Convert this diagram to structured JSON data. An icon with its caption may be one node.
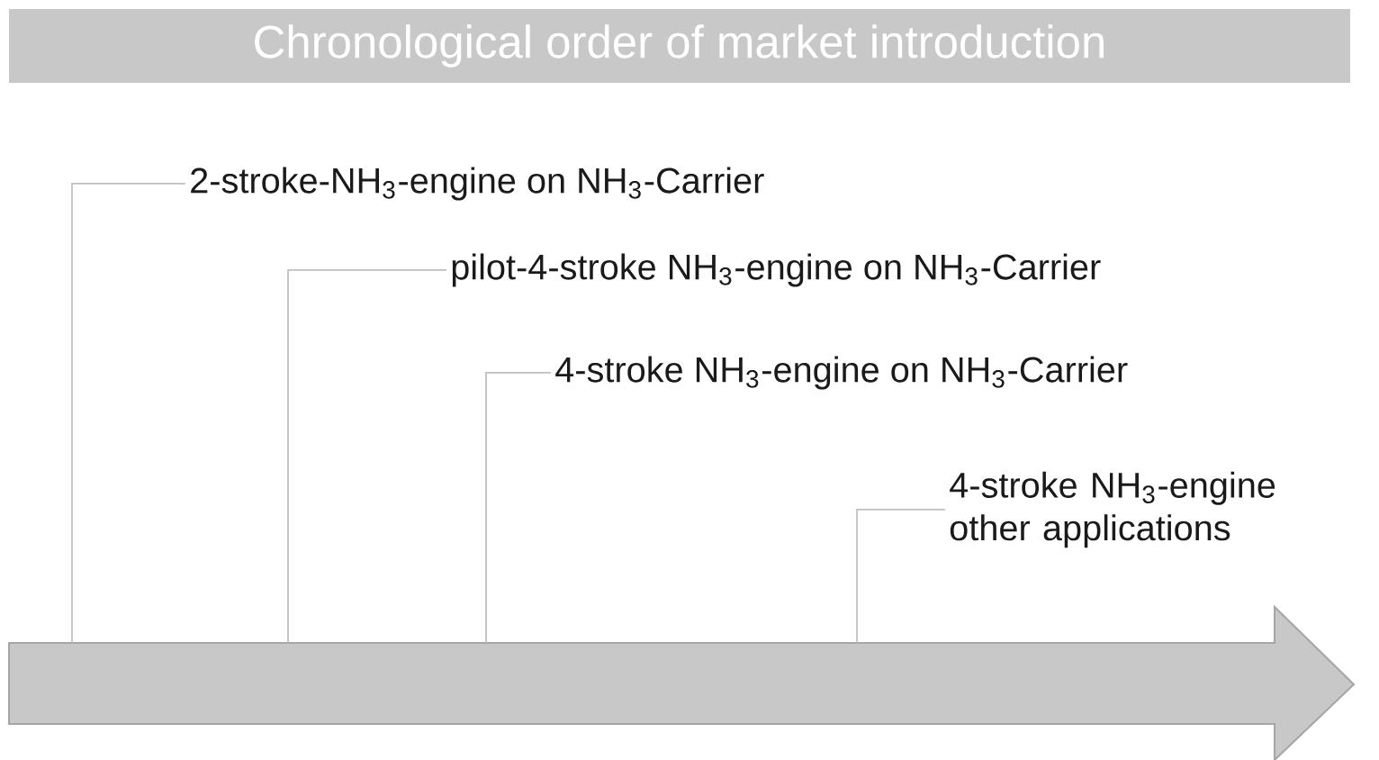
{
  "diagram": {
    "title": "Chronological order of market introduction",
    "nodes": [
      {
        "text": [],
        "shape": "arrow"
      },
      {
        "text": [
          "2-stroke-NH$_{3}$-engine on NH$_{3}$-Carrier"
        ]
      },
      {
        "text": [
          "pilot-4-stroke NH$_{3}$-engine on NH$_{3}$-Carrier"
        ]
      },
      {
        "text": [
          "4-stroke NH$_{3}$-engine on NH$_{3}$-Carrier"
        ]
      },
      {
        "text": [
          "4-stroke NH$_{3}$-engine other applications"
        ]
      }
    ],
    "edges": [
      {
        "from": 1,
        "to": 0,
        "arrow": "none"
      },
      {
        "from": 2,
        "to": 0,
        "arrow": "none"
      },
      {
        "from": 3,
        "to": 0,
        "arrow": "none"
      },
      {
        "from": 4,
        "to": 0,
        "arrow": "none"
      }
    ]
  }
}
